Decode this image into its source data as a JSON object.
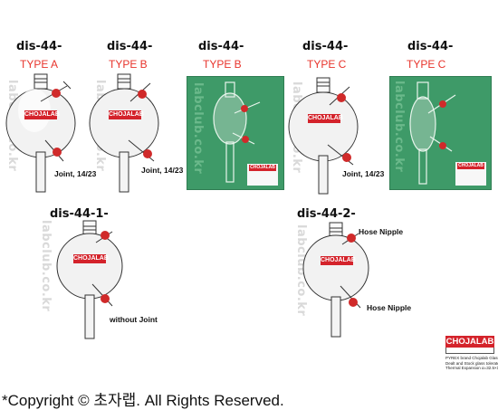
{
  "products": [
    {
      "code": "dis-44-",
      "type": "TYPE A",
      "label": "Joint, 14/23"
    },
    {
      "code": "dis-44-",
      "type": "TYPE B",
      "label": "Joint, 14/23"
    },
    {
      "code": "dis-44-",
      "type": "TYPE B"
    },
    {
      "code": "dis-44-",
      "type": "TYPE C",
      "label": "Joint, 14/23"
    },
    {
      "code": "dis-44-",
      "type": "TYPE C"
    },
    {
      "code": "dis-44-1-",
      "label": "without Joint"
    },
    {
      "code": "dis-44-2-",
      "label_top": "Hose Nipple",
      "label_bottom": "Hose Nipple"
    }
  ],
  "watermark": "labclub.co.kr",
  "flask_brand": "CHOJALAB",
  "brand_block": {
    "name": "CHOJALAB",
    "fine_print": [
      "PYREX brand Chojalab Glassware",
      "Dealt and Stock glass tolerated",
      "Thermal Expansion α=32.5×10⁻⁷/°C"
    ]
  },
  "copyright": "*Copyright © 초자랩.      All Rights Reserved.",
  "colors": {
    "type_text": "#e8342c",
    "photo_bg": "#3e9a68",
    "brand_red": "#d4232b"
  }
}
